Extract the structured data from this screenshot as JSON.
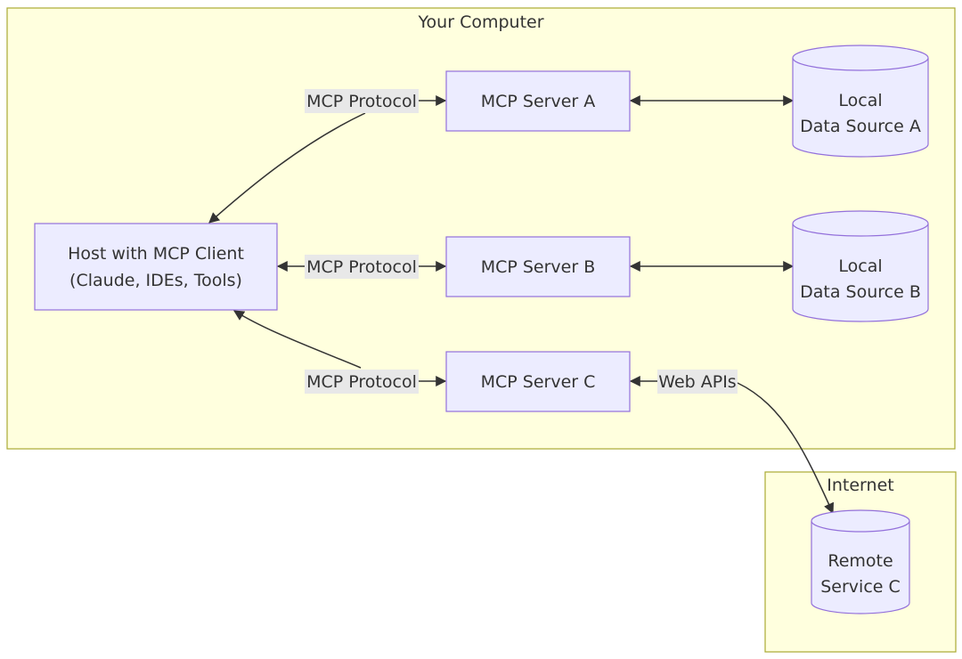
{
  "clusters": {
    "computer": "Your Computer",
    "internet": "Internet"
  },
  "nodes": {
    "host": [
      "Host with MCP Client",
      "(Claude, IDEs, Tools)"
    ],
    "server_a": "MCP Server A",
    "server_b": "MCP Server B",
    "server_c": "MCP Server C",
    "data_a": [
      "Local",
      "Data Source A"
    ],
    "data_b": [
      "Local",
      "Data Source B"
    ],
    "remote_c": [
      "Remote",
      "Service C"
    ]
  },
  "edges": {
    "protocol_a": "MCP Protocol",
    "protocol_b": "MCP Protocol",
    "protocol_c": "MCP Protocol",
    "web_apis": "Web APIs"
  },
  "colors": {
    "cluster_fill": "#ffffde",
    "cluster_stroke": "#aaaa33",
    "node_fill": "#ececff",
    "node_stroke": "#9370db",
    "edge_label_bg": "#e8e8e8"
  }
}
